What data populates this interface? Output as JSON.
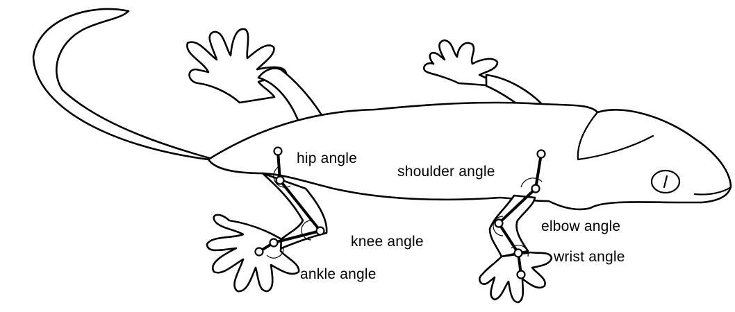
{
  "labels": {
    "hip": "hip angle",
    "shoulder": "shoulder angle",
    "knee": "knee angle",
    "elbow": "elbow angle",
    "ankle": "ankle angle",
    "wrist": "wrist angle"
  },
  "colors": {
    "outline": "#000000",
    "background": "#ffffff"
  }
}
